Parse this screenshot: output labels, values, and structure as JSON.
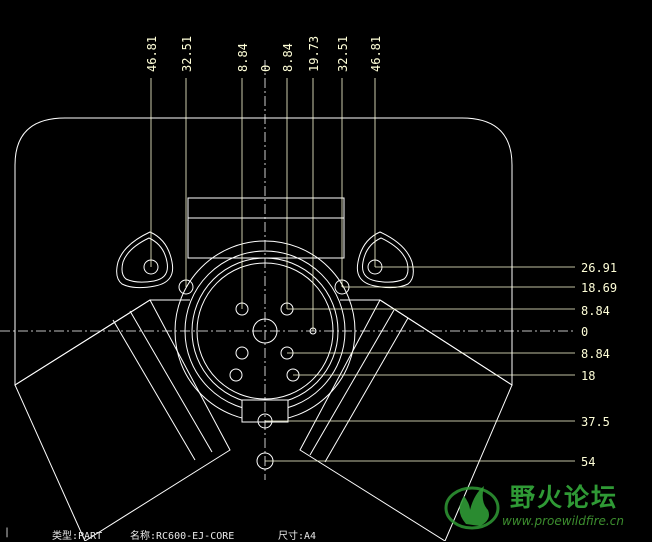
{
  "drawing": {
    "top_labels": [
      "46.81",
      "32.51",
      "8.84",
      "0",
      "8.84",
      "19.73",
      "32.51",
      "46.81"
    ],
    "right_labels": [
      "26.91",
      "18.69",
      "8.84",
      "0",
      "8.84",
      "18",
      "37.5",
      "54"
    ]
  },
  "status_bar": {
    "left_mark": "|",
    "type_label": "类型:PART",
    "name_label": "名称:RC600-EJ-CORE",
    "size_label": "尺寸:A4"
  },
  "watermark": {
    "title": "野火论坛",
    "url": "www.proewildfire.cn"
  },
  "colors": {
    "background": "#000000",
    "geometry": "#ffffff",
    "dimension": "#ffffd8",
    "watermark": "#2f9a35"
  }
}
